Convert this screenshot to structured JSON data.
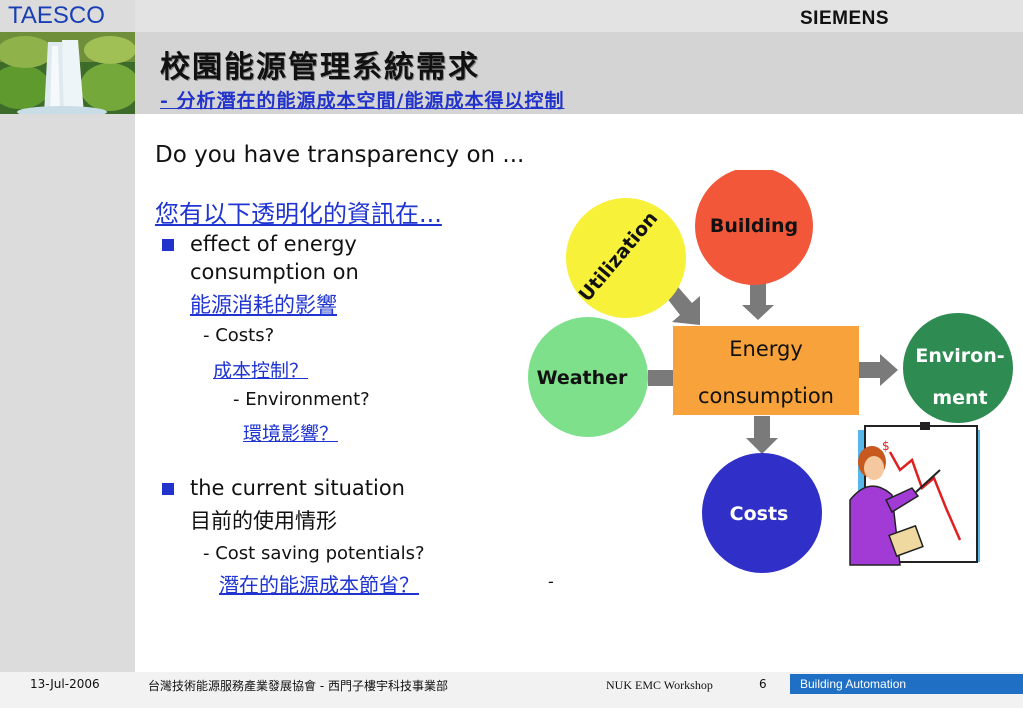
{
  "header": {
    "brand": "TAESCO",
    "company": "SIEMENS",
    "title": "校園能源管理系統需求",
    "subtitle": "- 分析潛在的能源成本空間/能源成本得以控制"
  },
  "content": {
    "intro_en": "Do you have transparency on ...",
    "intro_zh": "您有以下透明化的資訊在...",
    "bullet1": {
      "line1": "effect of energy",
      "line2": "consumption on",
      "zh": "能源消耗的影響",
      "sub1_en": "- Costs?",
      "sub1_zh": "成本控制？",
      "sub2_en": "- Environment?",
      "sub2_zh": "環境影響？"
    },
    "bullet2": {
      "line1": "the current situation",
      "zh": "目前的使用情形",
      "sub1_en": "- Cost saving potentials?",
      "sub1_zh": "潛在的能源成本節省？"
    },
    "stray_dash": "-"
  },
  "diagram": {
    "utilization": "Utilization",
    "building": "Building",
    "weather": "Weather",
    "energy_line1": "Energy",
    "energy_line2": "consumption",
    "environment_line1": "Environ-",
    "environment_line2": "ment",
    "costs": "Costs",
    "chart_symbol": "$",
    "colors": {
      "utilization": "#f7f13a",
      "building": "#f2573a",
      "weather": "#7fe08b",
      "energy": "#f7a23a",
      "environment": "#2e8b52",
      "costs": "#3030c8",
      "arrow": "#7a7a7a"
    }
  },
  "footer": {
    "date": "13-Jul-2006",
    "org": "台灣技術能源服務產業發展協會 - 西門子樓宇科技事業部",
    "event": "NUK EMC Workshop",
    "page": "6",
    "section": "Building Automation"
  }
}
